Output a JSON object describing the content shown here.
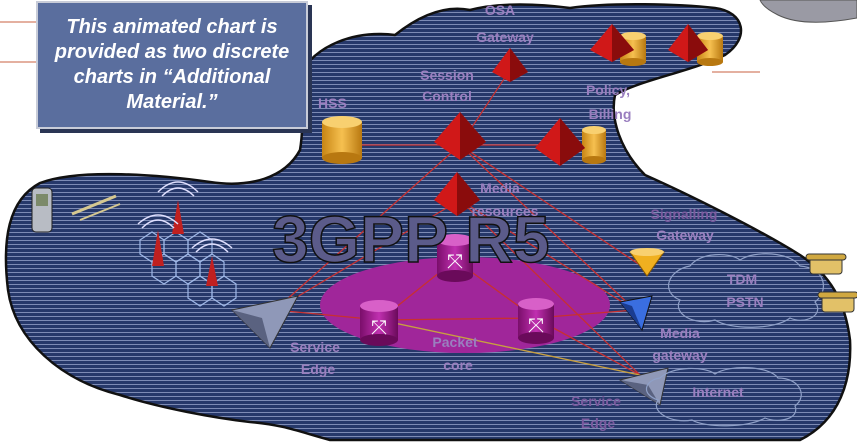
{
  "headline": "3GPP R5",
  "note": "This animated chart is provided as two discrete charts in “Additional Material.”",
  "labels": {
    "osa_1": "OSA",
    "osa_2": "Gateway",
    "session_1": "Session",
    "session_2": "Control",
    "hss": "HSS",
    "policy_1": "Policy,",
    "policy_2": "Billing",
    "media_res_1": "Media",
    "media_res_2": "resources",
    "signalling_1": "Signalling",
    "signalling_2": "Gateway",
    "tdm_1": "TDM",
    "tdm_2": "PSTN",
    "media_gw_1": "Media",
    "media_gw_2": "gateway",
    "service_edge_left_1": "Service",
    "service_edge_left_2": "Edge",
    "packet_core_1": "Packet",
    "packet_core_2": "core",
    "service_edge_right_1": "Service",
    "service_edge_right_2": "Edge",
    "internet": "Internet"
  },
  "icons": [
    "red-pyramid-node-icon",
    "orange-database-icon",
    "router-cylinder-icon",
    "radio-tower-icon",
    "mobile-phone-icon",
    "telephone-icon",
    "edge-pyramid-icon",
    "signalling-funnel-icon"
  ],
  "colors": {
    "cloud_fill": "#26386a",
    "cloud_stripe": "#7d8bb5",
    "node_red": "#d01818",
    "database_orange": "#e8a020",
    "router_magenta": "#a0148c",
    "packet_core_ellipse": "#a0269a",
    "link_red": "#c83030"
  }
}
